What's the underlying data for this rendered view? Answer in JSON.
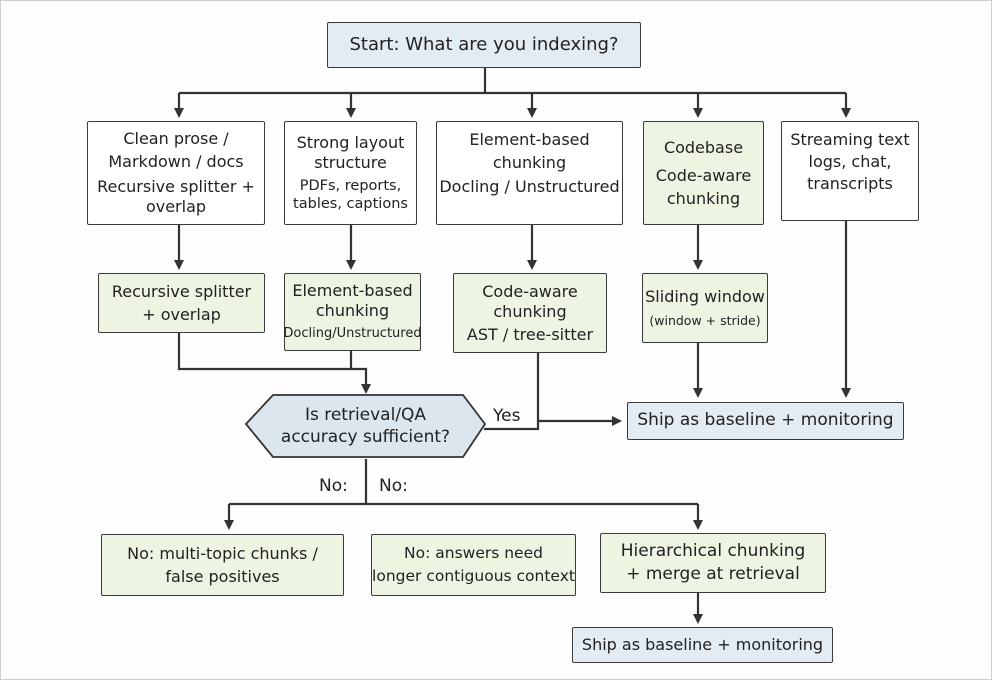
{
  "start": "Start: What are you indexing?",
  "col1_top": {
    "lines": [
      "Clean prose /",
      "Markdown / docs",
      "Recursive splitter +",
      "overlap"
    ]
  },
  "col2_top": {
    "lines": [
      "Strong layout",
      "structure"
    ],
    "detail_lines": [
      "PDFs, reports,",
      "tables, captions"
    ]
  },
  "col3_top": {
    "lines": [
      "Element-based",
      "chunking",
      "Docling / Unstructured"
    ]
  },
  "col4_top": {
    "lines": [
      "Codebase",
      "Code-aware",
      "chunking"
    ]
  },
  "col5_top": {
    "lines": [
      "Streaming text",
      "logs, chat,",
      "transcripts"
    ]
  },
  "col1_mid": {
    "lines": [
      "Recursive splitter",
      "+ overlap"
    ]
  },
  "col2_mid": {
    "lines": [
      "Element-based",
      "chunking"
    ],
    "sub": "Docling/Unstructured"
  },
  "col3_mid": {
    "lines": [
      "Code-aware",
      "chunking",
      "AST / tree-sitter"
    ]
  },
  "col4_mid": {
    "lines": [
      "Sliding window"
    ],
    "sub": "(window + stride)"
  },
  "decision": {
    "lines": [
      "Is retrieval/QA",
      "accuracy sufficient?"
    ]
  },
  "yes_label": "Yes",
  "no_label_1": "No:",
  "no_label_2": "No:",
  "ship_top": "Ship as baseline + monitoring",
  "bottom1": {
    "lines": [
      "No: multi-topic chunks /",
      "false positives"
    ]
  },
  "bottom2": {
    "lines": [
      "No: answers need",
      "longer contiguous context"
    ]
  },
  "bottom3": {
    "lines": [
      "Hierarchical chunking",
      "+ merge at retrieval"
    ]
  },
  "ship_bottom": "Ship as baseline + monitoring",
  "colors": {
    "green_fill": "#eef4e2",
    "blue_fill": "#e3ebf3",
    "stroke": "#3a3a3a"
  }
}
